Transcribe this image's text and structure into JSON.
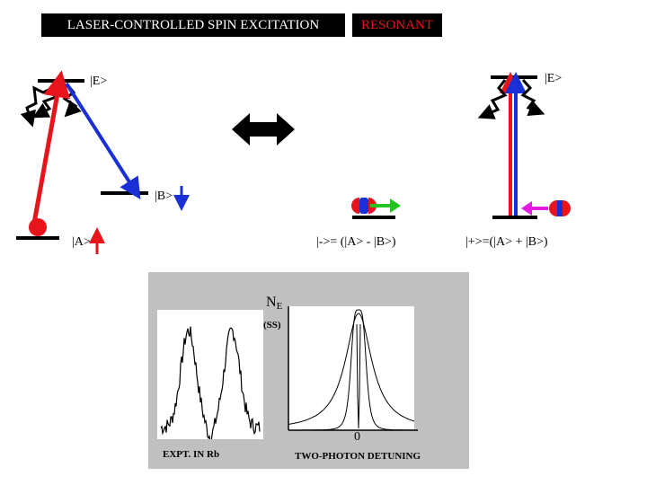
{
  "header": {
    "title": "LASER-CONTROLLED SPIN EXCITATION",
    "tag": "RESONANT"
  },
  "left_scheme": {
    "level_e": "|E>",
    "level_b": "|B>",
    "level_a": "|A>"
  },
  "middle_scheme": {
    "state_minus": "|->= (|A> - |B>)"
  },
  "right_scheme": {
    "level_e": "|E>",
    "state_plus": "|+>=(|A> + |B>)"
  },
  "inset": {
    "ylabel_main": "N",
    "ylabel_sub": "E",
    "ylabel_unit": "(SS)",
    "left_caption": "EXPT. IN  Rb",
    "zero_tick": "0",
    "xlabel": "TWO-PHOTON DETUNING"
  },
  "colors": {
    "red": "#e8141c",
    "blue": "#1a2fd6",
    "green": "#22c422",
    "magenta": "#e21ce0",
    "panel": "#c0c0c0"
  }
}
